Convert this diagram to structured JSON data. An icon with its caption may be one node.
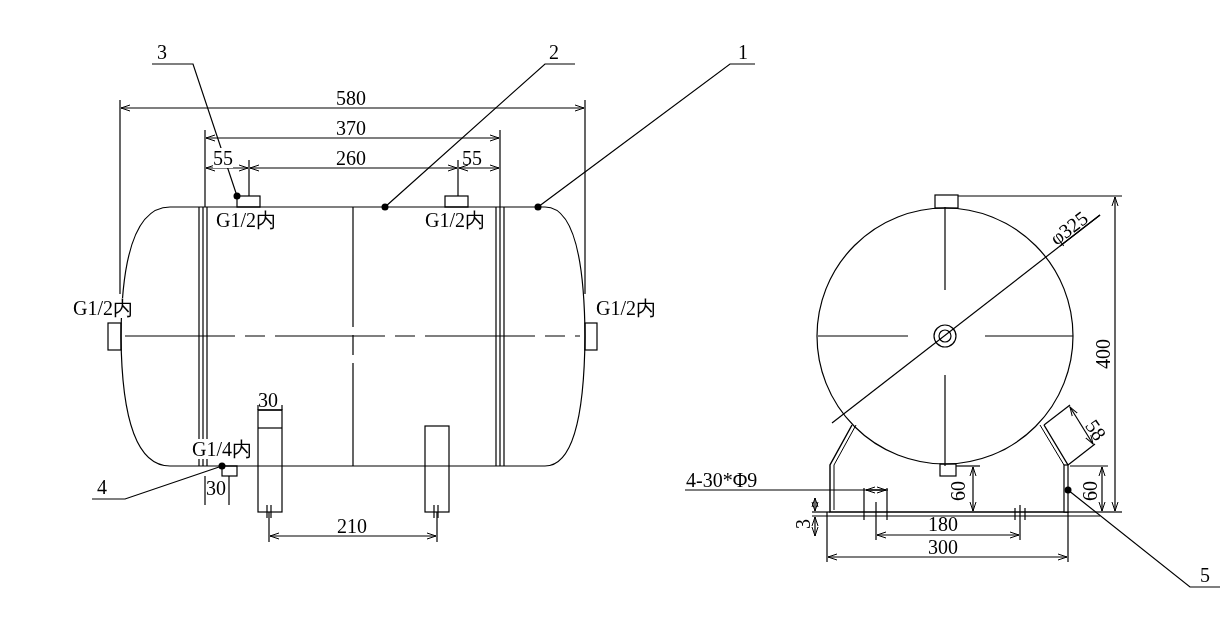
{
  "diagram": {
    "nodes": [
      {
        "text": [
          "3"
        ]
      },
      {
        "text": [
          "2"
        ]
      },
      {
        "text": [
          "1"
        ]
      },
      {
        "text": [
          "4"
        ]
      },
      {
        "text": [
          "5"
        ]
      },
      {
        "text": [],
        "shape": "box"
      },
      {
        "text": [],
        "shape": "box"
      },
      {
        "text": [],
        "shape": "bar"
      }
    ],
    "edges": [
      {
        "from": 0,
        "to": 5,
        "arrow": "other"
      },
      {
        "from": 1,
        "to": null,
        "arrow": "other"
      },
      {
        "from": 2,
        "to": null,
        "arrow": "other"
      },
      {
        "from": 3,
        "to": 6,
        "arrow": "other"
      },
      {
        "from": 4,
        "to": 7,
        "arrow": "other"
      }
    ],
    "labels": [
      "580",
      "370",
      "55",
      "260",
      "55",
      "G1/2内",
      "G1/2内",
      "φ325",
      "G1/2内",
      "G1/2内",
      "400",
      "30",
      "58",
      "G1/4内",
      "4-30*Φ9",
      "60",
      "60",
      "30",
      "210",
      "3",
      "180",
      "300"
    ]
  }
}
